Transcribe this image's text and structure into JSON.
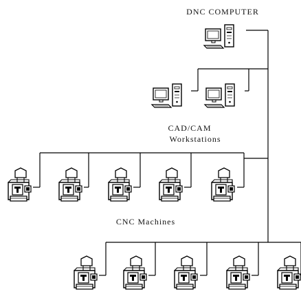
{
  "labels": {
    "dnc_computer": "DNC COMPUTER",
    "cad_cam_line1": "CAD/CAM",
    "cad_cam_line2": "Workstations",
    "cnc_machines": "CNC Machines"
  },
  "nodes": {
    "computers": [
      "dnc-computer",
      "cad-cam-workstation-1",
      "cad-cam-workstation-2"
    ],
    "cnc_row_1_count": 5,
    "cnc_row_2_count": 5
  },
  "colors": {
    "line": "#000000",
    "background": "#ffffff"
  }
}
